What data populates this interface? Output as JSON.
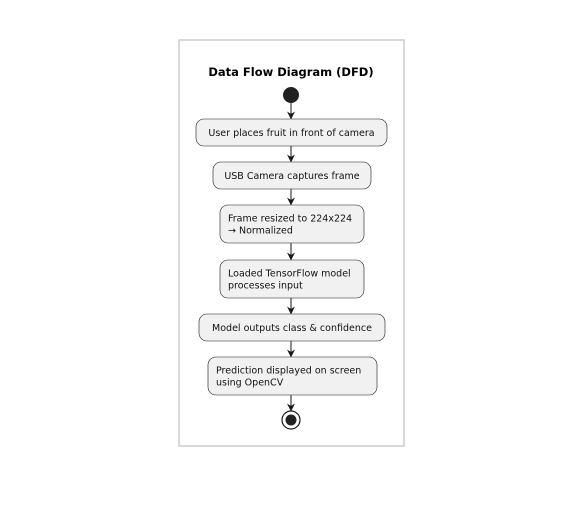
{
  "diagram": {
    "title": "Data Flow Diagram (DFD)",
    "steps": [
      {
        "lines": [
          "User places fruit in front of camera"
        ]
      },
      {
        "lines": [
          "USB Camera captures frame"
        ]
      },
      {
        "lines": [
          "Frame resized to 224x224",
          "→ Normalized"
        ]
      },
      {
        "lines": [
          "Loaded TensorFlow model",
          "processes input"
        ]
      },
      {
        "lines": [
          "Model outputs class & confidence"
        ]
      },
      {
        "lines": [
          "Prediction displayed on screen",
          "using OpenCV"
        ]
      }
    ]
  },
  "colors": {
    "node_fill": "#f1f1f1",
    "node_stroke": "#181818",
    "frame_stroke": "#cccccc",
    "start_fill": "#222222"
  }
}
